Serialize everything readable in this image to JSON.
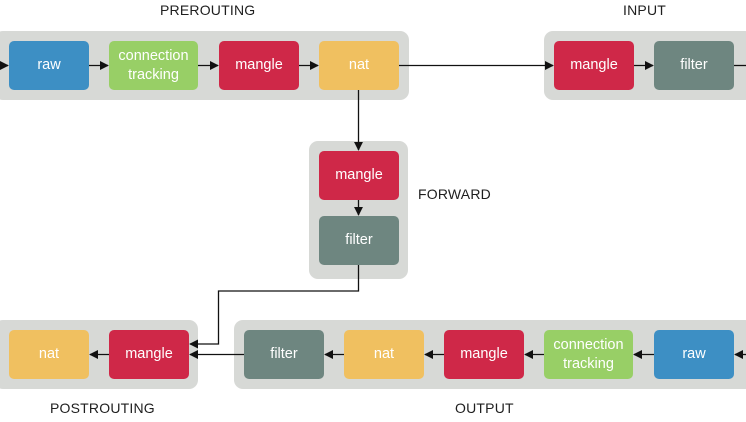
{
  "colors": {
    "raw": "#3d8fc4",
    "conntrack": "#98cf66",
    "mangle": "#cf2848",
    "nat": "#f0c060",
    "filter": "#6e8680",
    "group_bg": "#d7d9d6",
    "arrow": "#111111"
  },
  "chains": {
    "prerouting": {
      "label": "PREROUTING",
      "tables": [
        "raw",
        "connection tracking",
        "mangle",
        "nat"
      ]
    },
    "input": {
      "label": "INPUT",
      "tables": [
        "mangle",
        "filter"
      ]
    },
    "forward": {
      "label": "FORWARD",
      "tables": [
        "mangle",
        "filter"
      ]
    },
    "postrouting": {
      "label": "POSTROUTING",
      "tables": [
        "nat",
        "mangle"
      ]
    },
    "output": {
      "label": "OUTPUT",
      "tables": [
        "filter",
        "nat",
        "mangle",
        "connection tracking",
        "raw"
      ]
    }
  }
}
